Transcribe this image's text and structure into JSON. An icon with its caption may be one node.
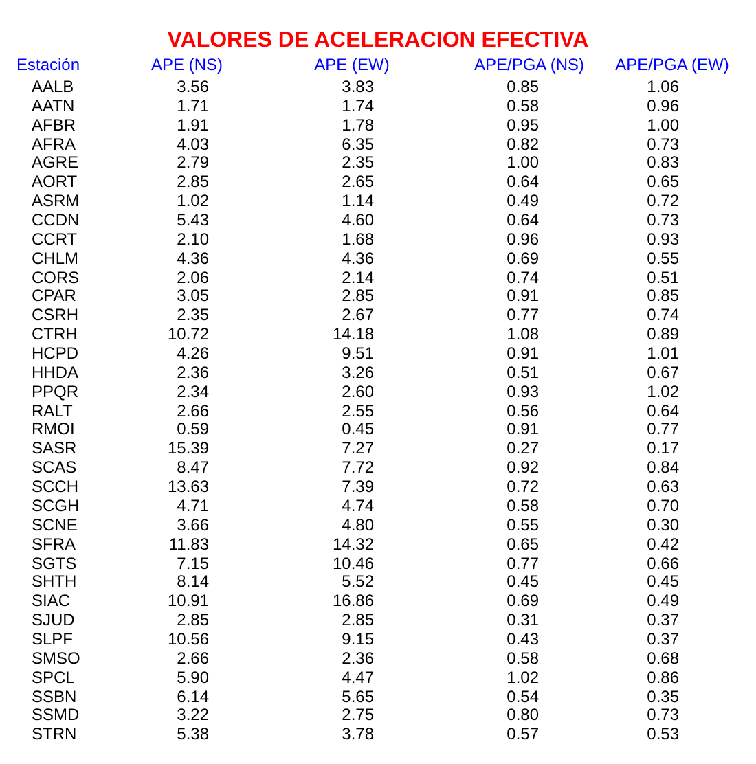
{
  "diagram": {
    "title": "VALORES DE ACELERACION EFECTIVA",
    "labels": [
      "Estación",
      "APE (NS)",
      "APE (EW)",
      "APE/PGA (NS)",
      "APE/PGA (EW)",
      "AALB",
      "3.56",
      "3.83",
      "0.85",
      "1.06",
      "AATN",
      "1.71",
      "1.74",
      "0.58",
      "0.96",
      "AFBR",
      "1.91",
      "1.78",
      "0.95",
      "1.00",
      "AFRA",
      "4.03",
      "6.35",
      "0.82",
      "0.73",
      "AGRE",
      "2.79",
      "2.35",
      "1.00",
      "0.83",
      "AORT",
      "2.85",
      "2.65",
      "0.64",
      "0.65",
      "ASRM",
      "1.02",
      "1.14",
      "0.49",
      "0.72",
      "CCDN",
      "5.43",
      "4.60",
      "0.64",
      "0.73",
      "CCRT",
      "2.10",
      "1.68",
      "0.96",
      "0.93",
      "CHLM",
      "4.36",
      "4.36",
      "0.69",
      "0.55",
      "CORS",
      "2.06",
      "2.14",
      "0.74",
      "0.51",
      "CPAR",
      "3.05",
      "2.85",
      "0.91",
      "0.85",
      "CSRH",
      "2.35",
      "2.67",
      "0.77",
      "0.74",
      "CTRH",
      "10.72",
      "14.18",
      "1.08",
      "0.89",
      "HCPD",
      "4.26",
      "9.51",
      "0.91",
      "1.01",
      "HHDA",
      "2.36",
      "3.26",
      "0.51",
      "0.67",
      "PPQR",
      "2.34",
      "2.60",
      "0.93",
      "1.02",
      "RALT",
      "2.66",
      "2.55",
      "0.56",
      "0.64",
      "RMOI",
      "0.59",
      "0.45",
      "0.91",
      "0.77",
      "SASR",
      "15.39",
      "7.27",
      "0.27",
      "0.17",
      "SCAS",
      "8.47",
      "7.72",
      "0.92",
      "0.84",
      "SCCH",
      "13.63",
      "7.39",
      "0.72",
      "0.63",
      "SCGH",
      "4.71",
      "4.74",
      "0.58",
      "0.70",
      "SCNE",
      "3.66",
      "4.80",
      "0.55",
      "0.30",
      "SFRA",
      "11.83",
      "14.32",
      "0.65",
      "0.42",
      "SGTS",
      "7.15",
      "10.46",
      "0.77",
      "0.66",
      "SHTH",
      "8.14",
      "5.52",
      "0.45",
      "0.45",
      "SIAC",
      "10.91",
      "16.86",
      "0.69",
      "0.49",
      "SJUD",
      "2.85",
      "2.85",
      "0.31",
      "0.37",
      "SLPF",
      "10.56",
      "9.15",
      "0.43",
      "0.37",
      "SMSO",
      "2.66",
      "2.36",
      "0.58",
      "0.68",
      "SPCL",
      "5.90",
      "4.47",
      "1.02",
      "0.86",
      "SSBN",
      "6.14",
      "5.65",
      "0.54",
      "0.35",
      "SSMD",
      "3.22",
      "2.75",
      "0.80",
      "0.73",
      "STRN",
      "5.38",
      "3.78",
      "0.57",
      "0.53"
    ]
  }
}
